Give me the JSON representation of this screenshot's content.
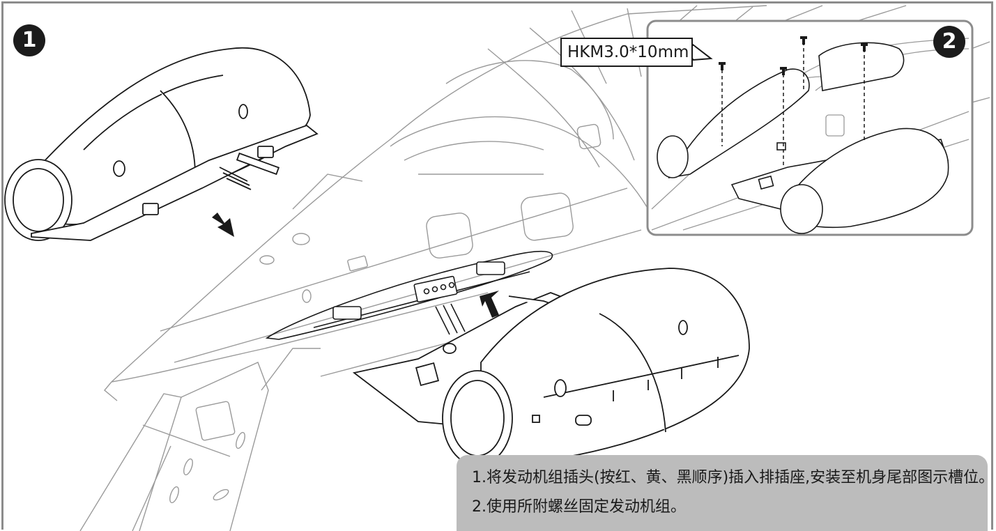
{
  "figure": {
    "step1_number": "1",
    "step2_number": "2",
    "screw_callout": "HKM3.0*10mm",
    "icons": [
      "arrow-down-icon",
      "arrow-up-icon",
      "screw-icon"
    ]
  },
  "instructions": {
    "line1": "1.将发动机组插头(按红、黄、黑顺序)插入排插座,安装至机身尾部图示槽位。",
    "line2": "2.使用所附螺丝固定发动机组。"
  },
  "colors": {
    "border": "#8c8c8c",
    "badge": "#1c1c1c",
    "panel": "#bcbcbc",
    "line_art": "#1a1a1a",
    "faint_line_art": "#9a9a9a"
  }
}
